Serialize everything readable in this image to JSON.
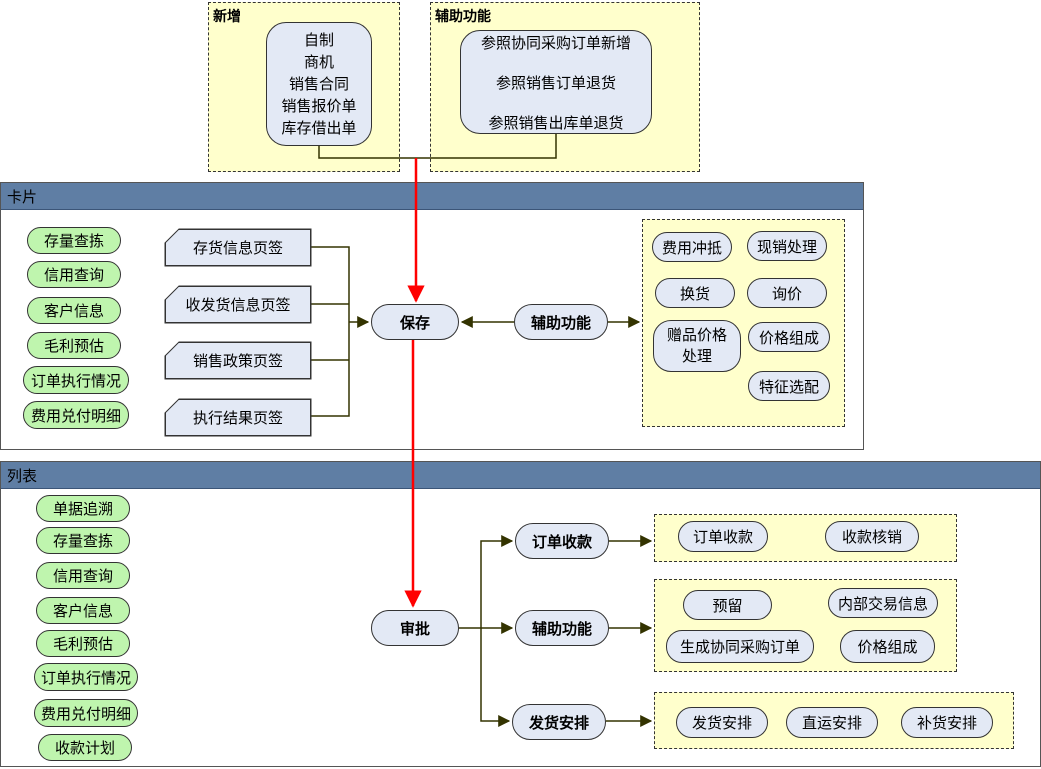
{
  "new_box": {
    "title": "新增",
    "items": [
      "自制",
      "商机",
      "销售合同",
      "销售报价单",
      "库存借出单"
    ]
  },
  "aux_box": {
    "title": "辅助功能",
    "items": [
      "参照协同采购订单新增",
      "参照销售订单退货",
      "参照销售出库单退货"
    ]
  },
  "card_panel": {
    "title": "卡片",
    "left_buttons": [
      "存量查拣",
      "信用查询",
      "客户信息",
      "毛利预估",
      "订单执行情况",
      "费用兑付明细"
    ],
    "tabs": [
      "存货信息页签",
      "收发货信息页签",
      "销售政策页签",
      "执行结果页签"
    ],
    "save": "保存",
    "aux": "辅助功能",
    "aux_items": [
      "费用冲抵",
      "现销处理",
      "换货",
      "询价",
      "赠品价格处理",
      "价格组成",
      "特征选配"
    ]
  },
  "list_panel": {
    "title": "列表",
    "left_buttons": [
      "单据追溯",
      "存量查拣",
      "信用查询",
      "客户信息",
      "毛利预估",
      "订单执行情况",
      "费用兑付明细",
      "收款计划"
    ],
    "approve": "审批",
    "order_receipt": "订单收款",
    "order_receipt_items": [
      "订单收款",
      "收款核销"
    ],
    "aux": "辅助功能",
    "aux_items": [
      "预留",
      "内部交易信息",
      "生成协同采购订单",
      "价格组成"
    ],
    "shipping": "发货安排",
    "shipping_items": [
      "发货安排",
      "直运安排",
      "补货安排"
    ]
  },
  "colors": {
    "main_flow": "#ff0000",
    "connector": "#333300",
    "header": "#5f7ea4",
    "highlight_box": "#ffffcc",
    "green_pill": "#bff5ae",
    "blue_node": "#e3e9f5"
  }
}
